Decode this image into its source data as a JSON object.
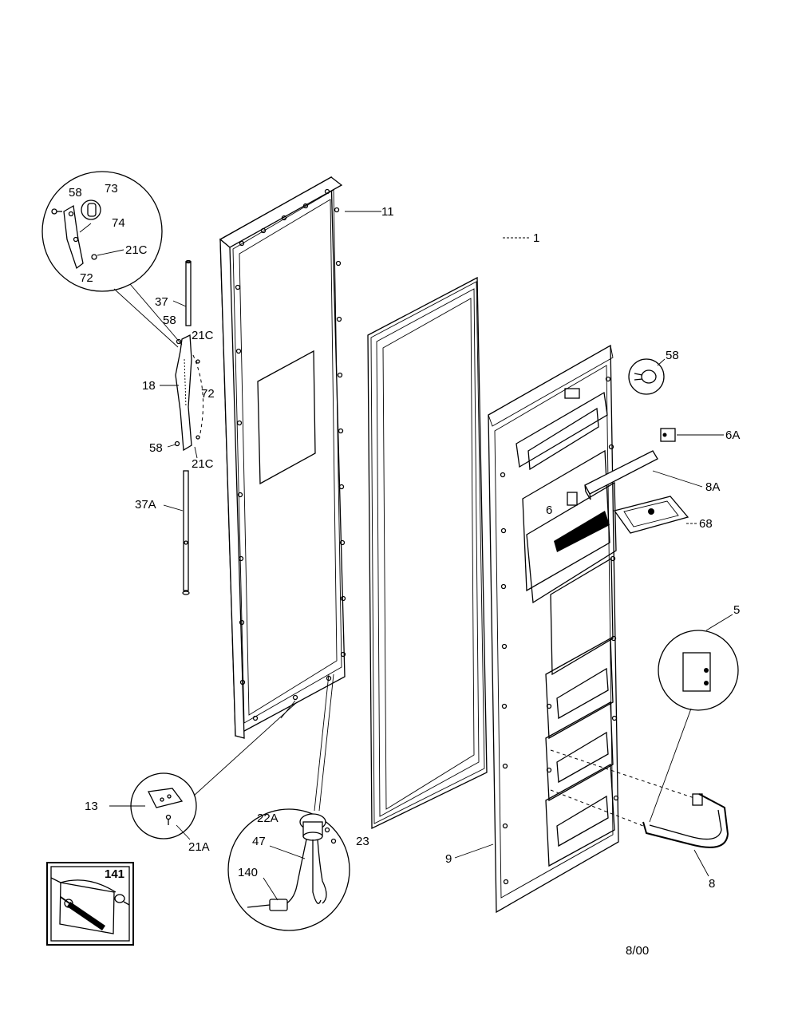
{
  "labels": {
    "l11": "11",
    "l1": "1",
    "l9": "9",
    "l58a": "58",
    "l73": "73",
    "l74": "74",
    "l21c_a": "21C",
    "l72a": "72",
    "l37": "37",
    "l58b": "58",
    "l21c_b": "21C",
    "l18": "18",
    "l72b": "72",
    "l58c": "58",
    "l21c_c": "21C",
    "l37a": "37A",
    "l58d": "58",
    "l6a": "6A",
    "l8a": "8A",
    "l6": "6",
    "l68": "68",
    "l5": "5",
    "l8": "8",
    "l13": "13",
    "l21a": "21A",
    "l22a": "22A",
    "l47": "47",
    "l23": "23",
    "l140": "140",
    "l141": "141"
  },
  "date_code": "8/00"
}
